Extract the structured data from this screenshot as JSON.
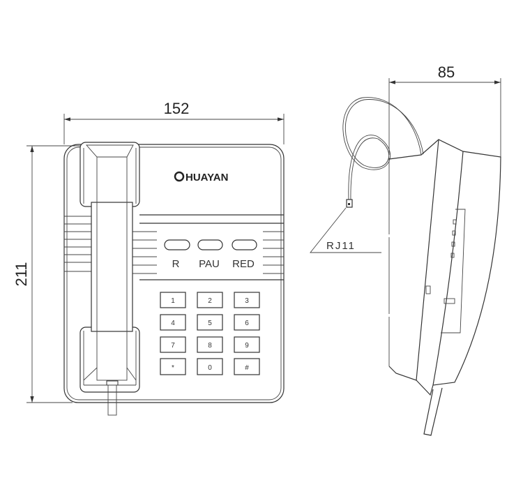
{
  "dimensions": {
    "width": "152",
    "height": "211",
    "depth": "85"
  },
  "brand": "HUAYAN",
  "function_buttons": [
    "R",
    "PAU",
    "RED"
  ],
  "keys": [
    "1",
    "2",
    "3",
    "4",
    "5",
    "6",
    "7",
    "8",
    "9",
    "*",
    "0",
    "#"
  ],
  "connector_label": "RJ11",
  "line_color": "#333333"
}
